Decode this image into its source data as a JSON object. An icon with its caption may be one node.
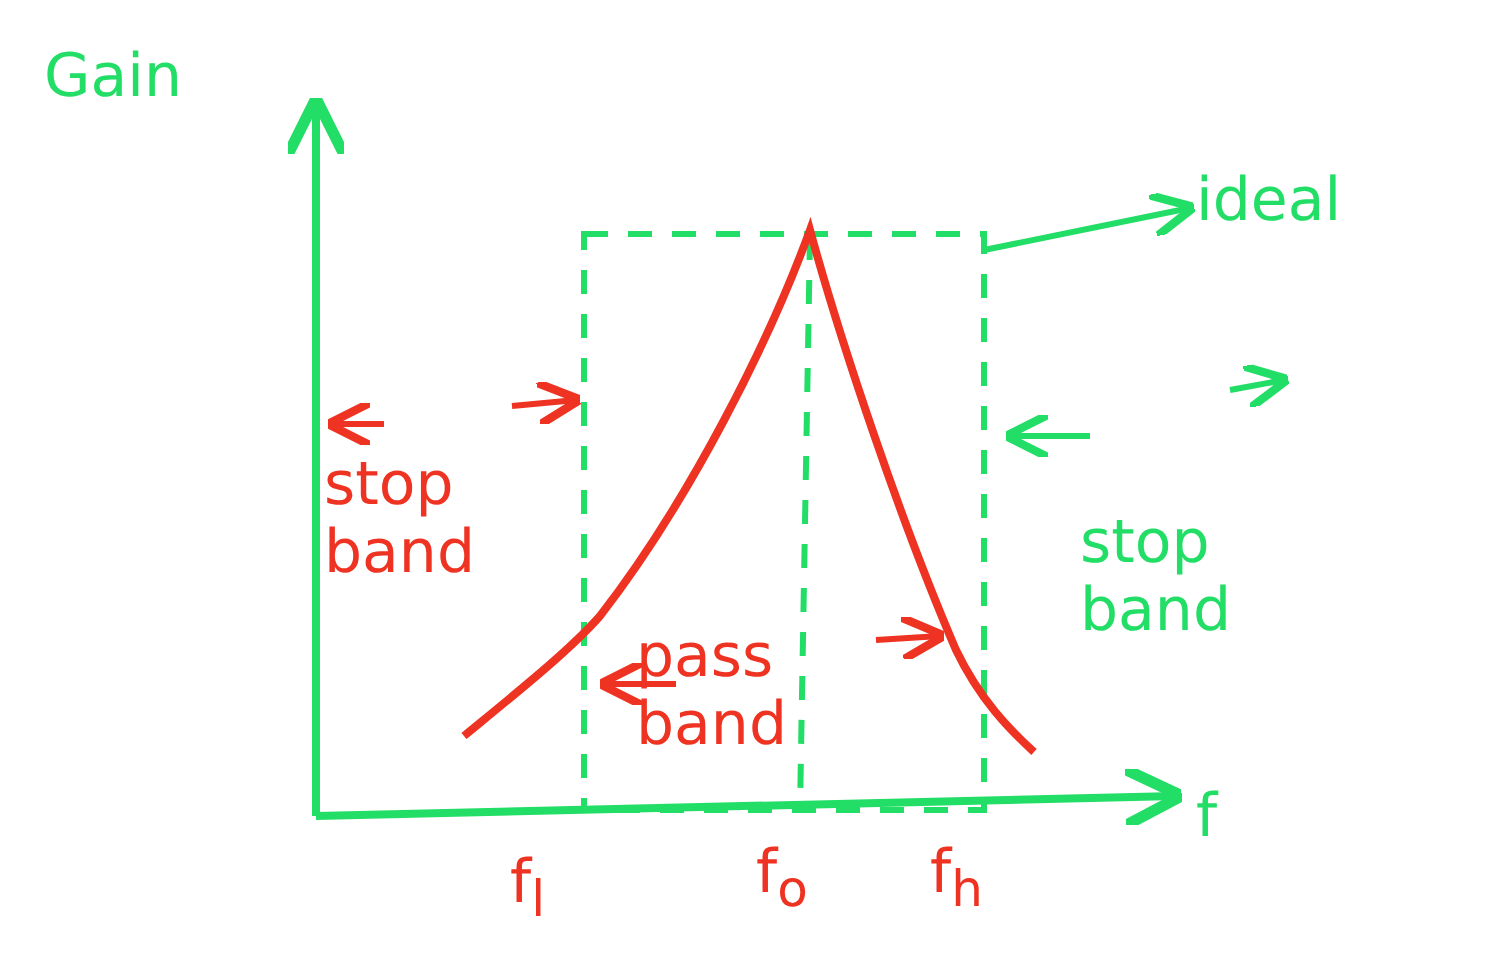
{
  "diagram": {
    "nodes": [
      {
        "text": [
          "ideal"
        ]
      },
      {
        "text": [],
        "shape": "box"
      }
    ],
    "edges": [
      {
        "from": 1,
        "to": 0,
        "arrow": "to"
      }
    ],
    "labels": [
      "Gain",
      "stop band",
      "stop band",
      "pass band",
      "f",
      "f$_{l}$",
      "f$_{o}$",
      "f$_{h}$"
    ]
  }
}
